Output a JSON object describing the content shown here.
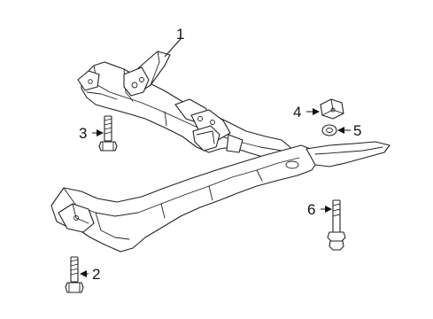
{
  "callouts": [
    {
      "id": "1",
      "label": "1"
    },
    {
      "id": "2",
      "label": "2"
    },
    {
      "id": "3",
      "label": "3"
    },
    {
      "id": "4",
      "label": "4"
    },
    {
      "id": "5",
      "label": "5"
    },
    {
      "id": "6",
      "label": "6"
    }
  ],
  "colors": {
    "line": "#222222",
    "fill": "#ffffff",
    "background": "#ffffff"
  }
}
